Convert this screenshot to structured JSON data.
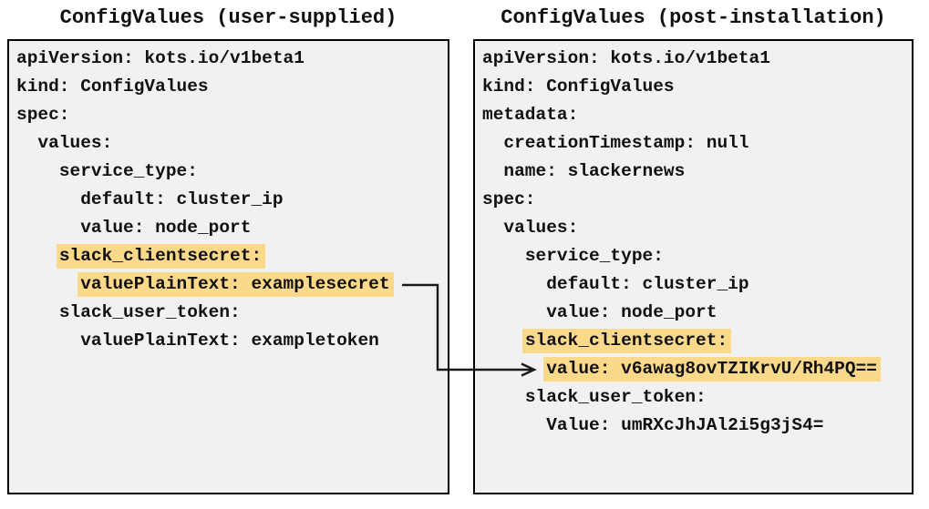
{
  "colors": {
    "page_background": "#ffffff",
    "panel_background": "#f1f1f1",
    "panel_border": "#000000",
    "highlight": "#fbd98b",
    "text": "#111111",
    "arrow": "#1a1a1a"
  },
  "left_panel": {
    "title": "ConfigValues (user-supplied)",
    "lines": [
      {
        "indent": "",
        "text": "apiVersion: kots.io/v1beta1",
        "highlight": false
      },
      {
        "indent": "",
        "text": "kind: ConfigValues",
        "highlight": false
      },
      {
        "indent": "",
        "text": "spec:",
        "highlight": false
      },
      {
        "indent": "  ",
        "text": "values:",
        "highlight": false
      },
      {
        "indent": "    ",
        "text": "service_type:",
        "highlight": false
      },
      {
        "indent": "      ",
        "text": "default: cluster_ip",
        "highlight": false
      },
      {
        "indent": "      ",
        "text": "value: node_port",
        "highlight": false
      },
      {
        "indent": "    ",
        "text": "slack_clientsecret:",
        "highlight": true
      },
      {
        "indent": "      ",
        "text": "valuePlainText: examplesecret",
        "highlight": true
      },
      {
        "indent": "    ",
        "text": "slack_user_token:",
        "highlight": false
      },
      {
        "indent": "      ",
        "text": "valuePlainText: exampletoken",
        "highlight": false
      }
    ]
  },
  "right_panel": {
    "title": "ConfigValues (post-installation)",
    "lines": [
      {
        "indent": "",
        "text": "apiVersion: kots.io/v1beta1",
        "highlight": false
      },
      {
        "indent": "",
        "text": "kind: ConfigValues",
        "highlight": false
      },
      {
        "indent": "",
        "text": "metadata:",
        "highlight": false
      },
      {
        "indent": "  ",
        "text": "creationTimestamp: null",
        "highlight": false
      },
      {
        "indent": "  ",
        "text": "name: slackernews",
        "highlight": false
      },
      {
        "indent": "",
        "text": "spec:",
        "highlight": false
      },
      {
        "indent": "  ",
        "text": "values:",
        "highlight": false
      },
      {
        "indent": "    ",
        "text": "service_type:",
        "highlight": false
      },
      {
        "indent": "      ",
        "text": "default: cluster_ip",
        "highlight": false
      },
      {
        "indent": "      ",
        "text": "value: node_port",
        "highlight": false
      },
      {
        "indent": "    ",
        "text": "slack_clientsecret:",
        "highlight": true
      },
      {
        "indent": "      ",
        "text": "value: v6awag8ovTZIKrvU/Rh4PQ==",
        "highlight": true
      },
      {
        "indent": "    ",
        "text": "slack_user_token:",
        "highlight": false
      },
      {
        "indent": "      ",
        "text": "Value: umRXcJhJAl2i5g3jS4=",
        "highlight": false
      }
    ]
  },
  "arrow": {
    "from": "valuePlainText: examplesecret",
    "to": "value: v6awag8ovTZIKrvU/Rh4PQ=="
  }
}
